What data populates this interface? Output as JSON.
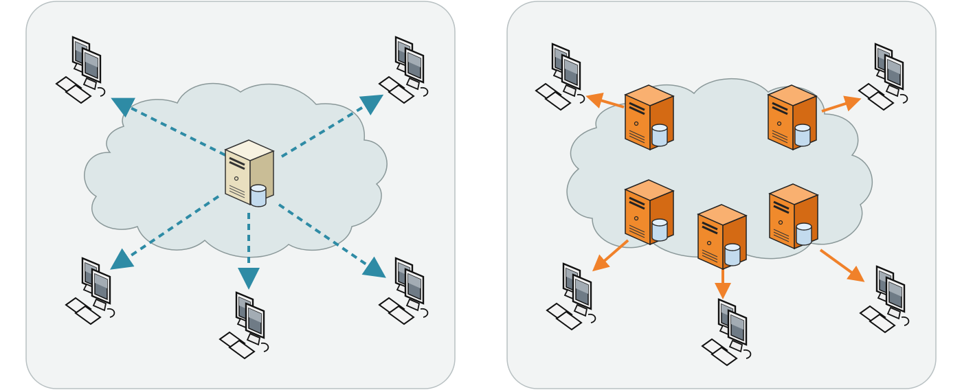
{
  "diagrams": [
    {
      "id": "left",
      "cloud_color": "#dde7e8",
      "link_color": "#2e8ba5",
      "link_style": "dashed",
      "server_color": "#ede4c8",
      "servers": 1,
      "clients": 5
    },
    {
      "id": "right",
      "cloud_color": "#dde7e8",
      "link_color": "#f0812a",
      "link_style": "solid",
      "server_color": "#f08a2c",
      "servers": 5,
      "clients": 5
    }
  ],
  "panel_bg": "#f2f4f4",
  "panel_border": "#b8c0c2",
  "icons": [
    "server-icon",
    "database-icon",
    "computer-icon",
    "cloud-icon"
  ]
}
